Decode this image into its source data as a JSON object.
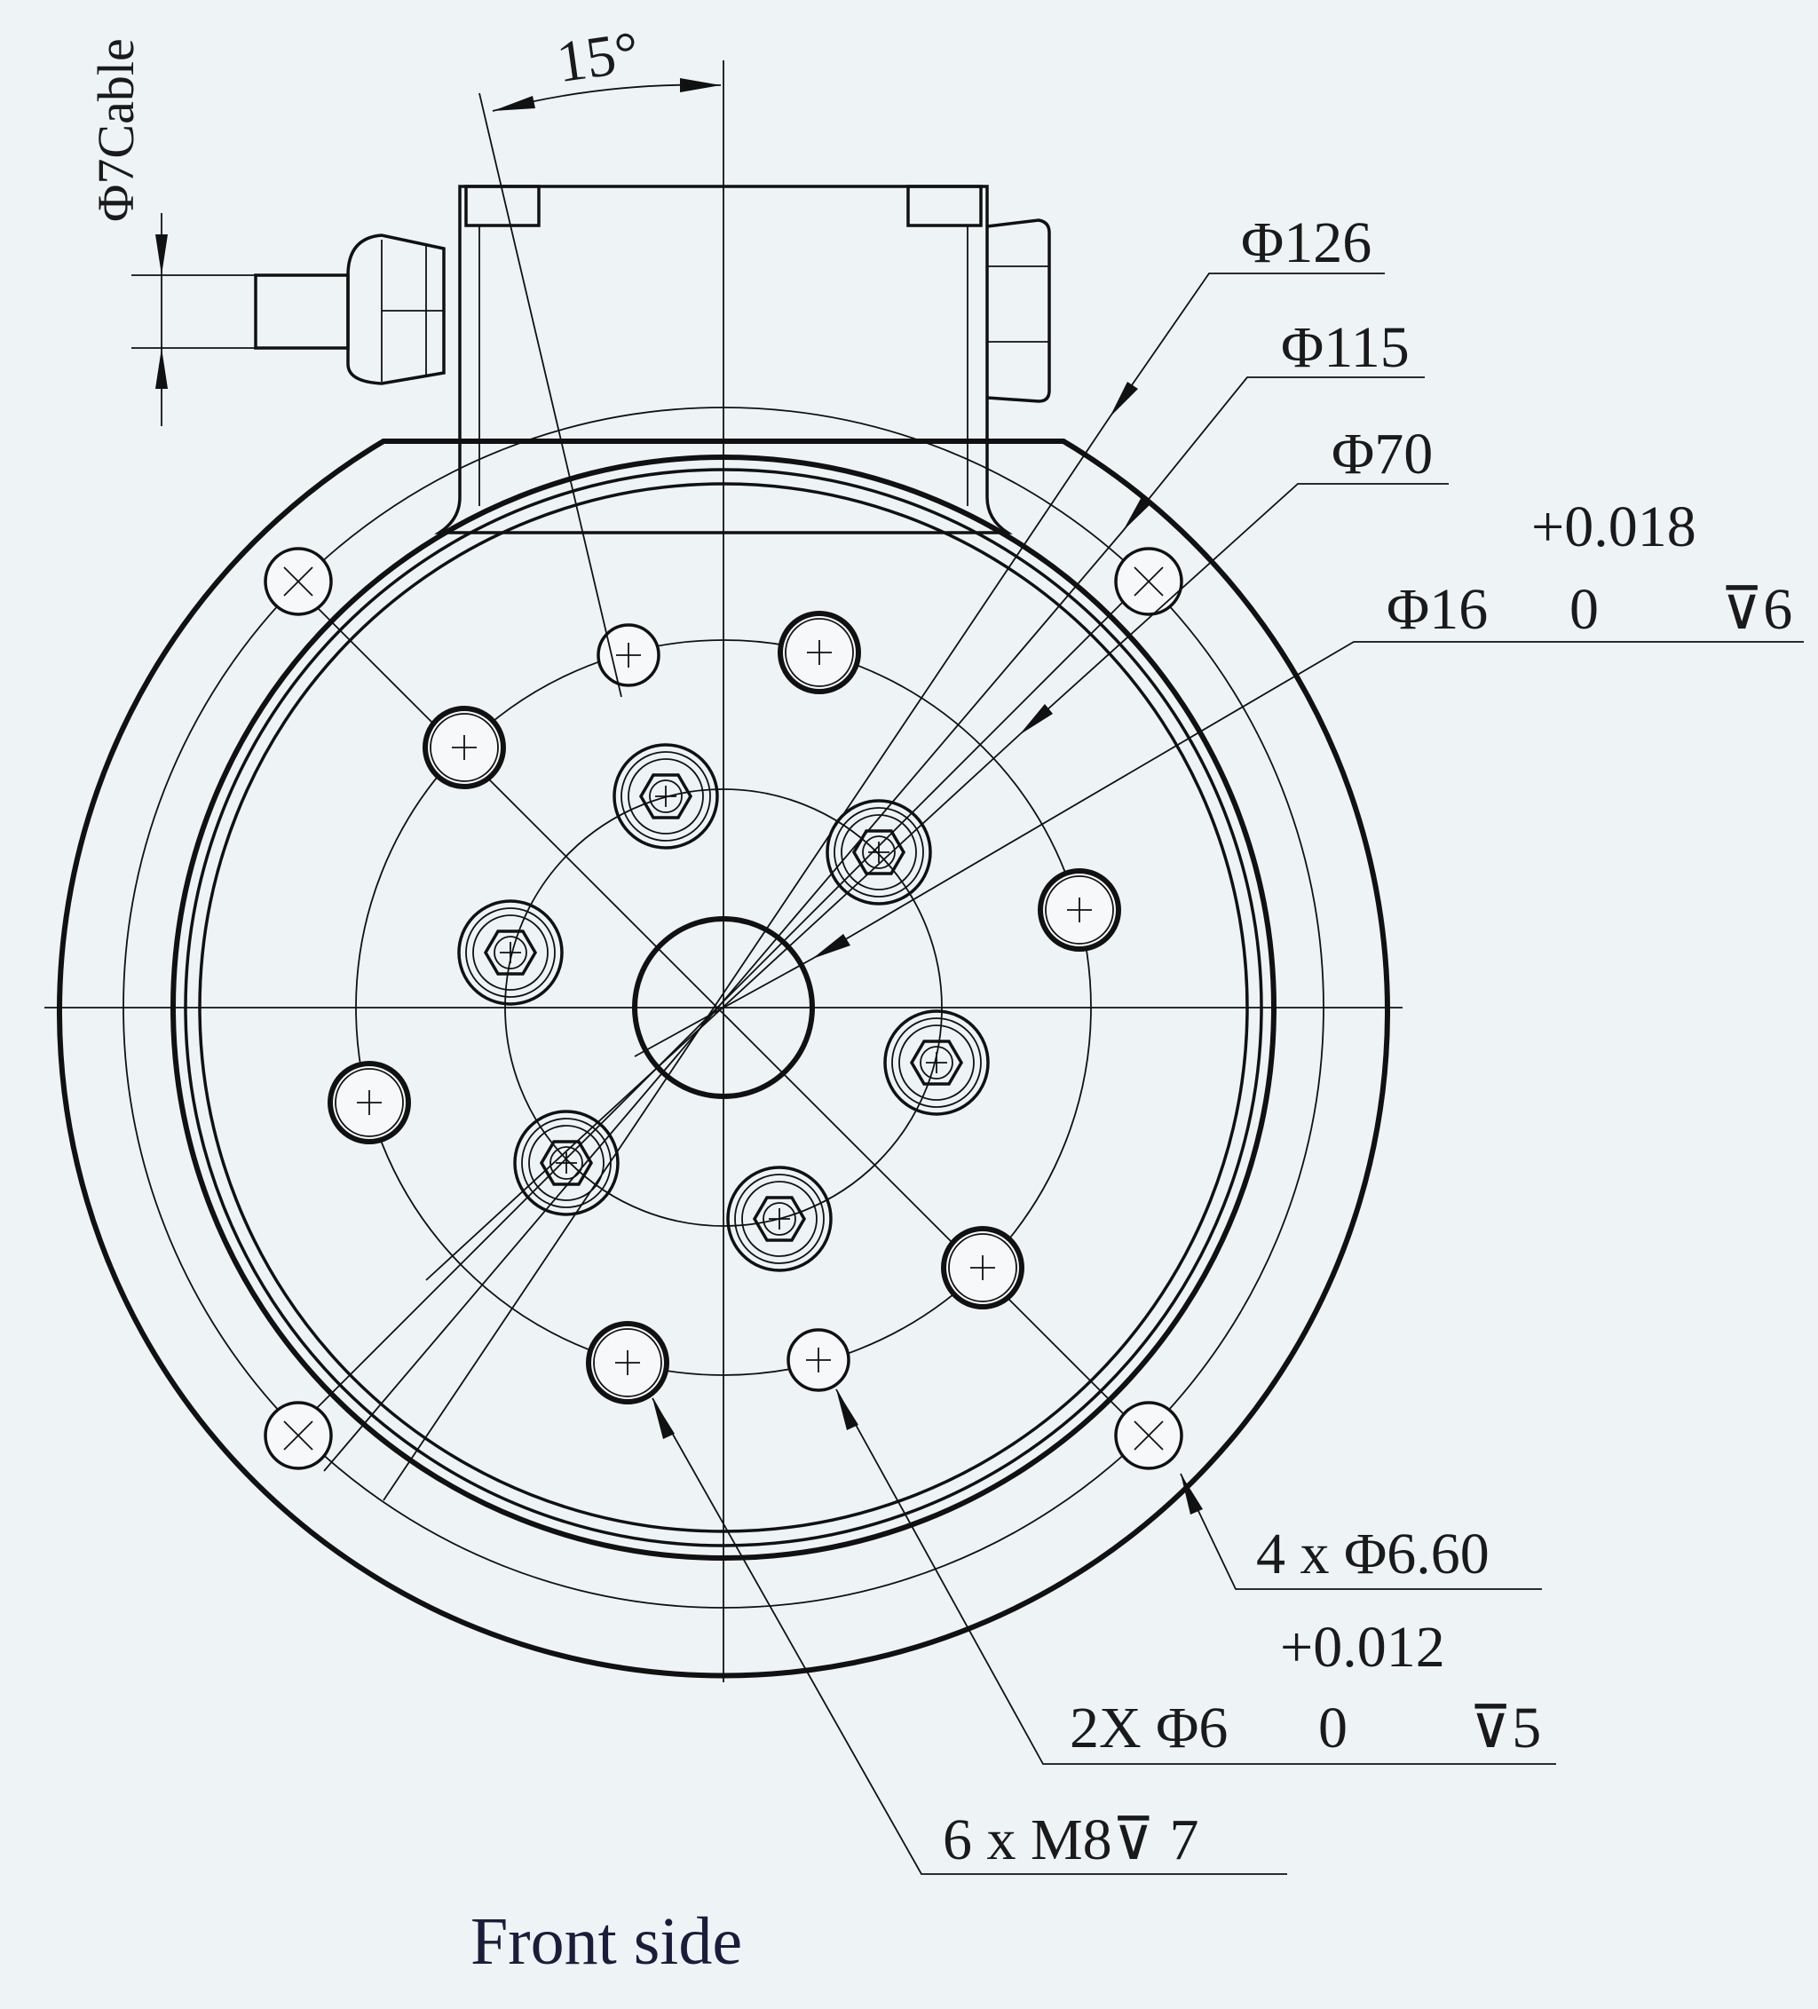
{
  "labels": {
    "angle": "15°",
    "cable": "Φ7Cable",
    "d126": "Φ126",
    "d115": "Φ115",
    "d70": "Φ70",
    "d16_tol": "+0.018",
    "d16": "Φ16",
    "d16_zero": "0",
    "d16_depth": "⊽6",
    "holes4": "4 x Φ6.60",
    "pin_tol": "+0.012",
    "pin2x": "2X Φ6",
    "pin_zero": "0",
    "pin_depth": "⊽5",
    "m8": "6 x M8⊽ 7",
    "caption": "Front side"
  },
  "colors": {
    "background": "#eef3f6",
    "line": "#111111",
    "caption": "#1c1c3a"
  }
}
